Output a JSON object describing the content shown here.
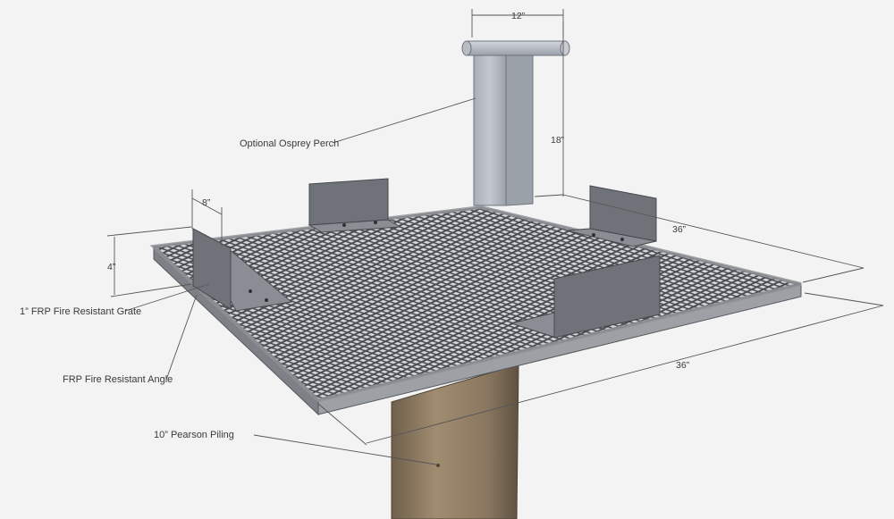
{
  "labels": {
    "osprey_perch": "Optional Osprey Perch",
    "grate": "1” FRP Fire Resistant Grate",
    "angle": "FRP Fire Resistant Angle",
    "piling": "10” Pearson Piling"
  },
  "dimensions": {
    "perch_width": "12”",
    "perch_height": "18”",
    "angle_width": "8”",
    "angle_height": "4”",
    "platform_depth": "36”",
    "platform_width": "36”"
  },
  "colors": {
    "background": "#f3f3f4",
    "grate_surface": "#4a4d52",
    "grate_frame": "#8f9297",
    "grate_cell": "#d5d7da",
    "angle": "#6f7379",
    "perch": "#b7bcc3",
    "piling": "#8c7a62"
  }
}
